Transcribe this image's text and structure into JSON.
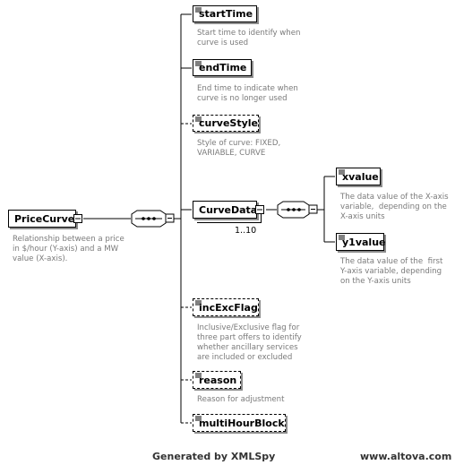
{
  "root": {
    "name": "PriceCurve",
    "doc": "Relationship between a price\nin $/hour (Y-axis) and a MW\nvalue (X-axis)."
  },
  "children": [
    {
      "name": "startTime",
      "optional": false,
      "doc": "Start time to identify when\ncurve is used"
    },
    {
      "name": "endTime",
      "optional": false,
      "doc": "End time to indicate when\ncurve is no longer used"
    },
    {
      "name": "curveStyle",
      "optional": true,
      "doc": "Style of curve: FIXED,\nVARIABLE, CURVE"
    },
    {
      "name": "CurveData",
      "optional": false,
      "doc": ""
    },
    {
      "name": "incExcFlag",
      "optional": true,
      "doc": "Inclusive/Exclusive flag for\nthree part offers to identify\nwhether ancillary services\nare included or excluded"
    },
    {
      "name": "reason",
      "optional": true,
      "doc": "Reason for adjustment"
    },
    {
      "name": "multiHourBlock",
      "optional": true,
      "doc": ""
    }
  ],
  "curve_data": {
    "multiplicity": "1..10",
    "children": [
      {
        "name": "xvalue",
        "doc": "The data value of the X-axis\nvariable,  depending on the\nX-axis units"
      },
      {
        "name": "y1value",
        "doc": "The data value of the  first\nY-axis variable, depending\non the Y-axis units"
      }
    ]
  },
  "footer": {
    "generated": "Generated by XMLSpy",
    "url": "www.altova.com"
  }
}
